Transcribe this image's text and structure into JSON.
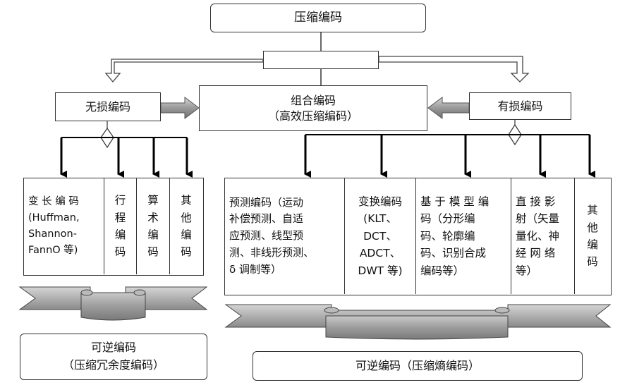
{
  "top": "压缩编码",
  "lossless": "无损编码",
  "lossy": "有损编码",
  "hybrid": {
    "line1": "组合编码",
    "line2": "（高效压缩编码）"
  },
  "lossless_methods": [
    "变 长 编 码\n(Huffman,\nShannon-\nFannO 等)",
    "行\n程\n编\n码",
    "算\n术\n编\n码",
    "其\n他\n编\n码"
  ],
  "lossy_methods": [
    "预测编码（运动\n补偿预测、自适\n应预测、线型预\n测、非线形预测、\nδ 调制等）",
    "变换编码\n(KLT、\nDCT、\nADCT、\nDWT 等)",
    "基 于 模 型 编\n码（分形编\n码、轮廓编\n码、识别合成\n编码等）",
    "直 接 影\n射（矢量\n量化、神\n经 网 络\n等）",
    "其\n他\n编\n码"
  ],
  "reversible_left": {
    "line1": "可逆编码",
    "line2": "（压缩冗余度编码）"
  },
  "reversible_right": "可逆编码（压缩熵编码）"
}
